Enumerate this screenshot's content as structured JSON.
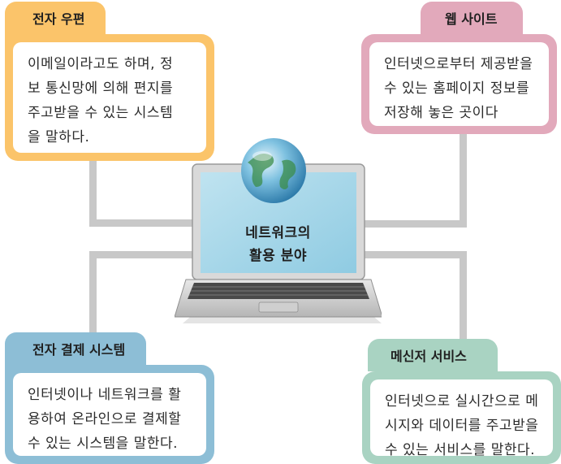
{
  "center": {
    "line1": "네트워크의",
    "line2": "활용 분야"
  },
  "cards": {
    "email": {
      "title": "전자 우편",
      "lines": [
        "이메일이라고도 하며, 정",
        "보 통신망에 의해 편지를",
        "주고받을 수 있는 시스템",
        "을 말하다."
      ]
    },
    "web": {
      "title": "웹 사이트",
      "lines": [
        "인터넷으로부터 제공받을",
        "수 있는 홈페이지 정보를",
        "저장해 놓은 곳이다"
      ]
    },
    "payment": {
      "title": "전자 결제 시스템",
      "lines": [
        "인터넷이나 네트워크를 활",
        "용하여 온라인으로 결제할",
        "수 있는 시스템을 말한다."
      ]
    },
    "messenger": {
      "title": "메신저 서비스",
      "lines": [
        "인터넷으로 실시간으로 메",
        "시지와 데이터를 주고받을",
        "수 있는 서비스를 말한다."
      ]
    }
  },
  "colors": {
    "email": "#fbc46a",
    "web": "#e2a9bb",
    "payment": "#8dbed6",
    "messenger": "#a9d3c2",
    "connector": "#c8c8c8"
  }
}
